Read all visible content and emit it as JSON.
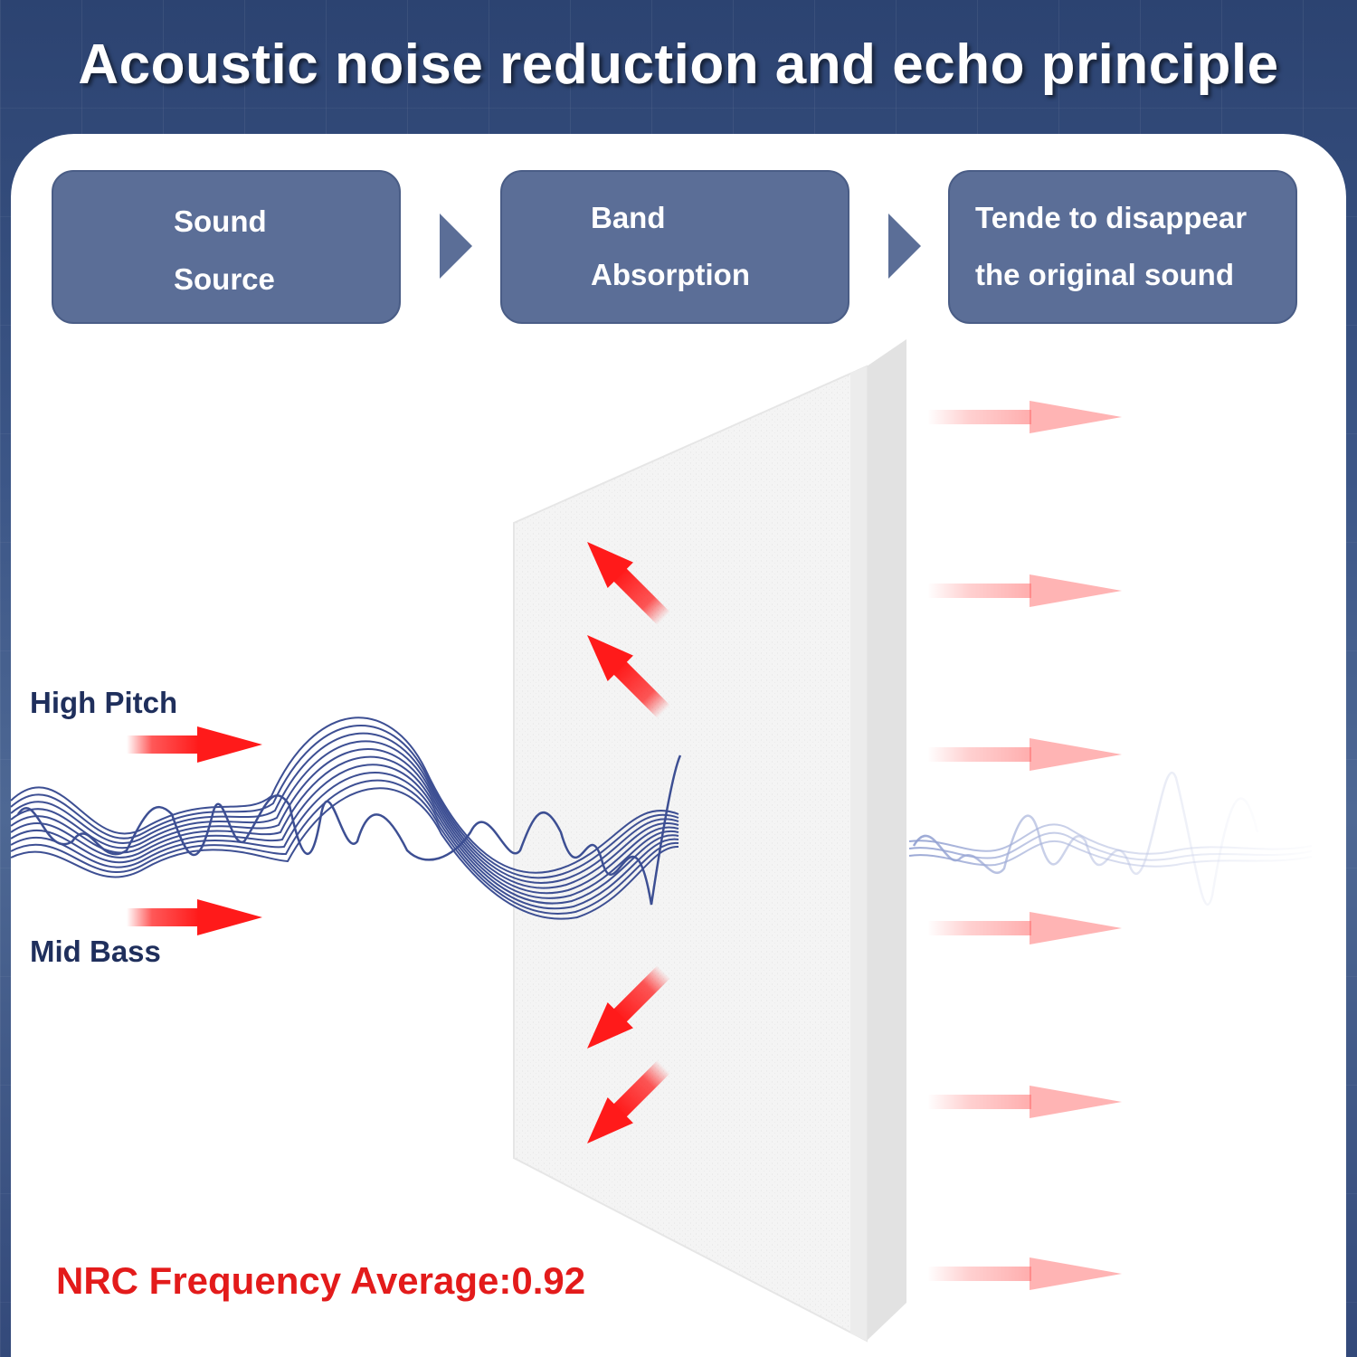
{
  "title": "Acoustic noise reduction and echo principle",
  "steps": [
    {
      "line1": "Sound",
      "line2": "Source"
    },
    {
      "line1": "Band",
      "line2": "Absorption"
    },
    {
      "line1": "Tende to disappear",
      "line2": "the original sound"
    }
  ],
  "labels": {
    "high_pitch": "High Pitch",
    "mid_bass": "Mid Bass"
  },
  "nrc_text": "NRC Frequency Average:0.92",
  "colors": {
    "header_bg": "#34507f",
    "step_box": "#5b6e97",
    "wave": "#3d4f93",
    "arrow_red": "#ff2020",
    "nrc_red": "#e31b1b",
    "label_navy": "#1f2f5c",
    "panel": "#f3f3f3"
  },
  "icons": [
    "chevron-right-icon",
    "arrow-right-icon",
    "reflection-arrow-icon",
    "sound-wave"
  ]
}
